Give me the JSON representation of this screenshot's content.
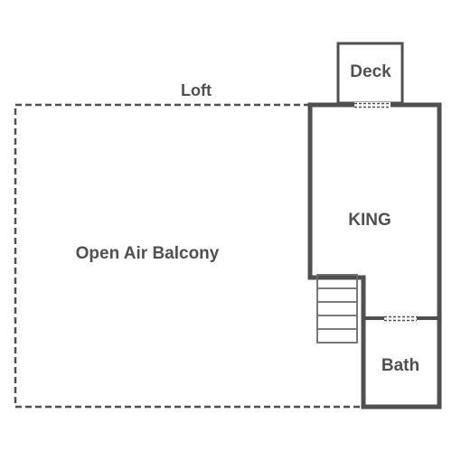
{
  "floor_plan": {
    "section_label": "Loft",
    "rooms": {
      "balcony": "Open Air Balcony",
      "king": "KING",
      "deck": "Deck",
      "bath": "Bath"
    },
    "colors": {
      "wall": "#505050",
      "dashed_boundary": "#505050",
      "stairs": "#6a6a6a",
      "text": "#505050",
      "background": "#ffffff"
    }
  }
}
